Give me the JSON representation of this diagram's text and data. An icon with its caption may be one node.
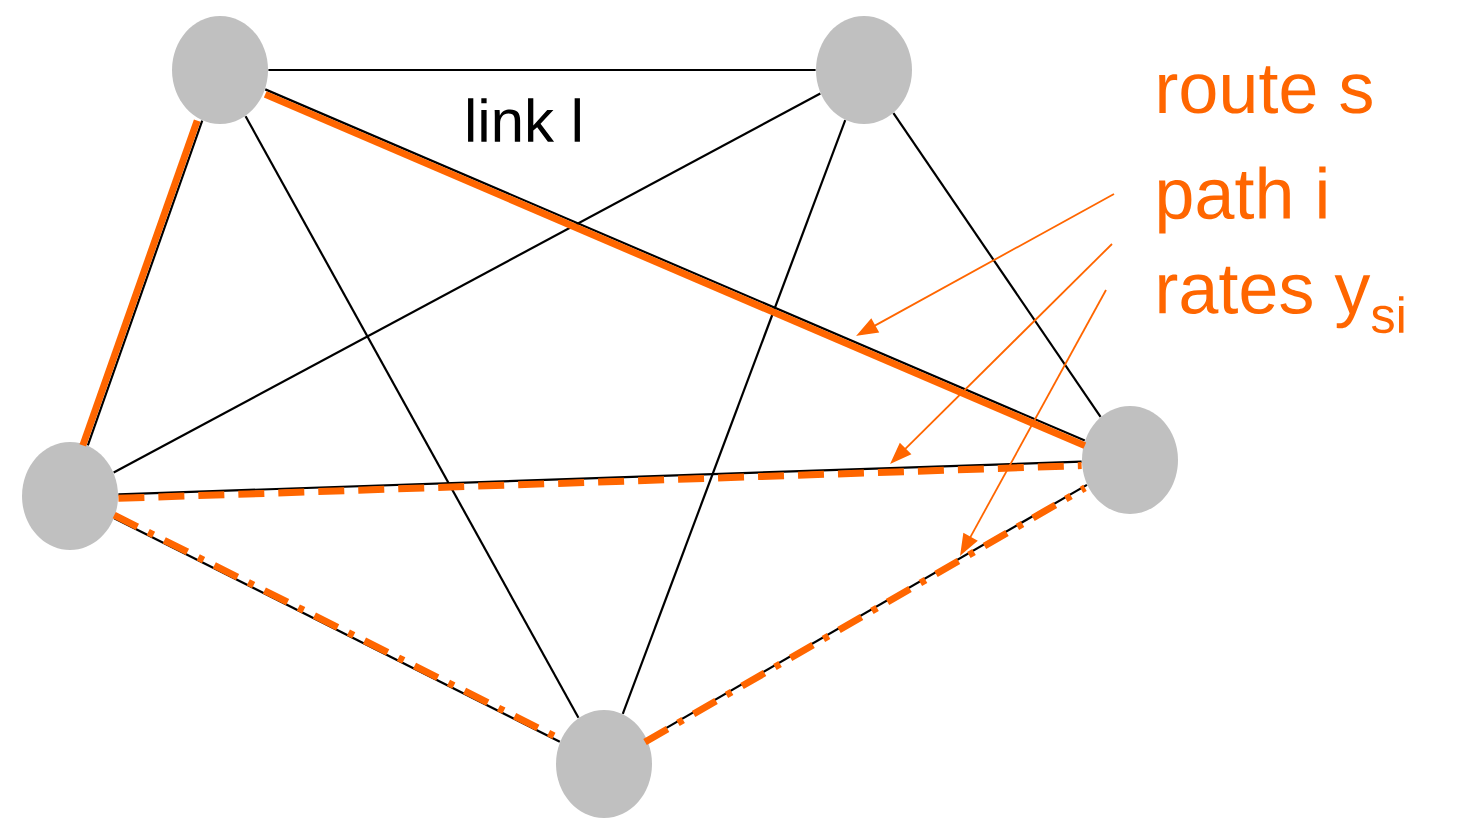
{
  "diagram": {
    "nodes": [
      {
        "text": [],
        "shape": "circle"
      },
      {
        "text": [],
        "shape": "circle"
      },
      {
        "text": [],
        "shape": "circle"
      },
      {
        "text": [],
        "shape": "circle"
      },
      {
        "text": [],
        "shape": "circle"
      },
      {
        "text": [
          "route s"
        ]
      },
      {
        "text": [
          "path i"
        ]
      },
      {
        "text": [
          "rates y$_{si}$"
        ]
      }
    ],
    "edges": [
      {
        "from": 0,
        "to": 1,
        "arrow": "none",
        "label": "link l"
      },
      {
        "from": 0,
        "to": 2,
        "arrow": "none"
      },
      {
        "from": 0,
        "to": 3,
        "arrow": "none"
      },
      {
        "from": 0,
        "to": 4,
        "arrow": "none"
      },
      {
        "from": 1,
        "to": 2,
        "arrow": "none"
      },
      {
        "from": 1,
        "to": 3,
        "arrow": "none"
      },
      {
        "from": 1,
        "to": 4,
        "arrow": "none"
      },
      {
        "from": 2,
        "to": 3,
        "arrow": "none"
      },
      {
        "from": 2,
        "to": 4,
        "arrow": "none"
      },
      {
        "from": 3,
        "to": 4,
        "arrow": "none"
      },
      {
        "from": 2,
        "to": 0,
        "arrow": "none",
        "style": "thick",
        "color": "#ff6600"
      },
      {
        "from": 0,
        "to": 3,
        "arrow": "none",
        "style": "thick",
        "color": "#ff6600"
      },
      {
        "from": 2,
        "to": 3,
        "arrow": "none",
        "style": "dashed",
        "color": "#ff6600"
      },
      {
        "from": 2,
        "to": 4,
        "arrow": "none",
        "style": "dashed",
        "color": "#ff6600"
      },
      {
        "from": 4,
        "to": 3,
        "arrow": "none",
        "style": "dashed",
        "color": "#ff6600"
      },
      {
        "from": 5,
        "to": null,
        "arrow": "to",
        "color": "#ff6600"
      },
      {
        "from": 6,
        "to": null,
        "arrow": "to",
        "color": "#ff6600"
      },
      {
        "from": 7,
        "to": null,
        "arrow": "to",
        "color": "#ff6600"
      }
    ]
  }
}
